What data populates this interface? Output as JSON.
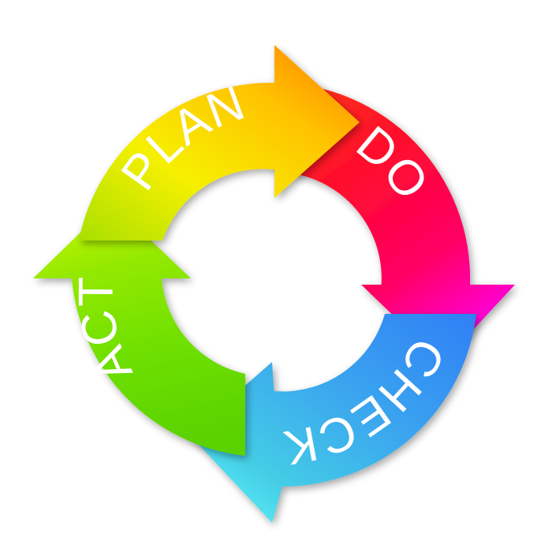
{
  "diagram": {
    "stages": [
      {
        "id": "plan",
        "label": "PLAN",
        "colors": [
          "#a8e000",
          "#f6f000",
          "#ffc200",
          "#ff7a00"
        ]
      },
      {
        "id": "do",
        "label": "DO",
        "colors": [
          "#ff3a14",
          "#ff0a2e",
          "#ff0066",
          "#ff00d2"
        ]
      },
      {
        "id": "check",
        "label": "CHECK",
        "colors": [
          "#2f7ff5",
          "#3aa4ef",
          "#44cde6",
          "#66ffff"
        ]
      },
      {
        "id": "act",
        "label": "ACT",
        "colors": [
          "#5ad200",
          "#6fe000",
          "#94e900",
          "#c6f700"
        ]
      }
    ]
  }
}
